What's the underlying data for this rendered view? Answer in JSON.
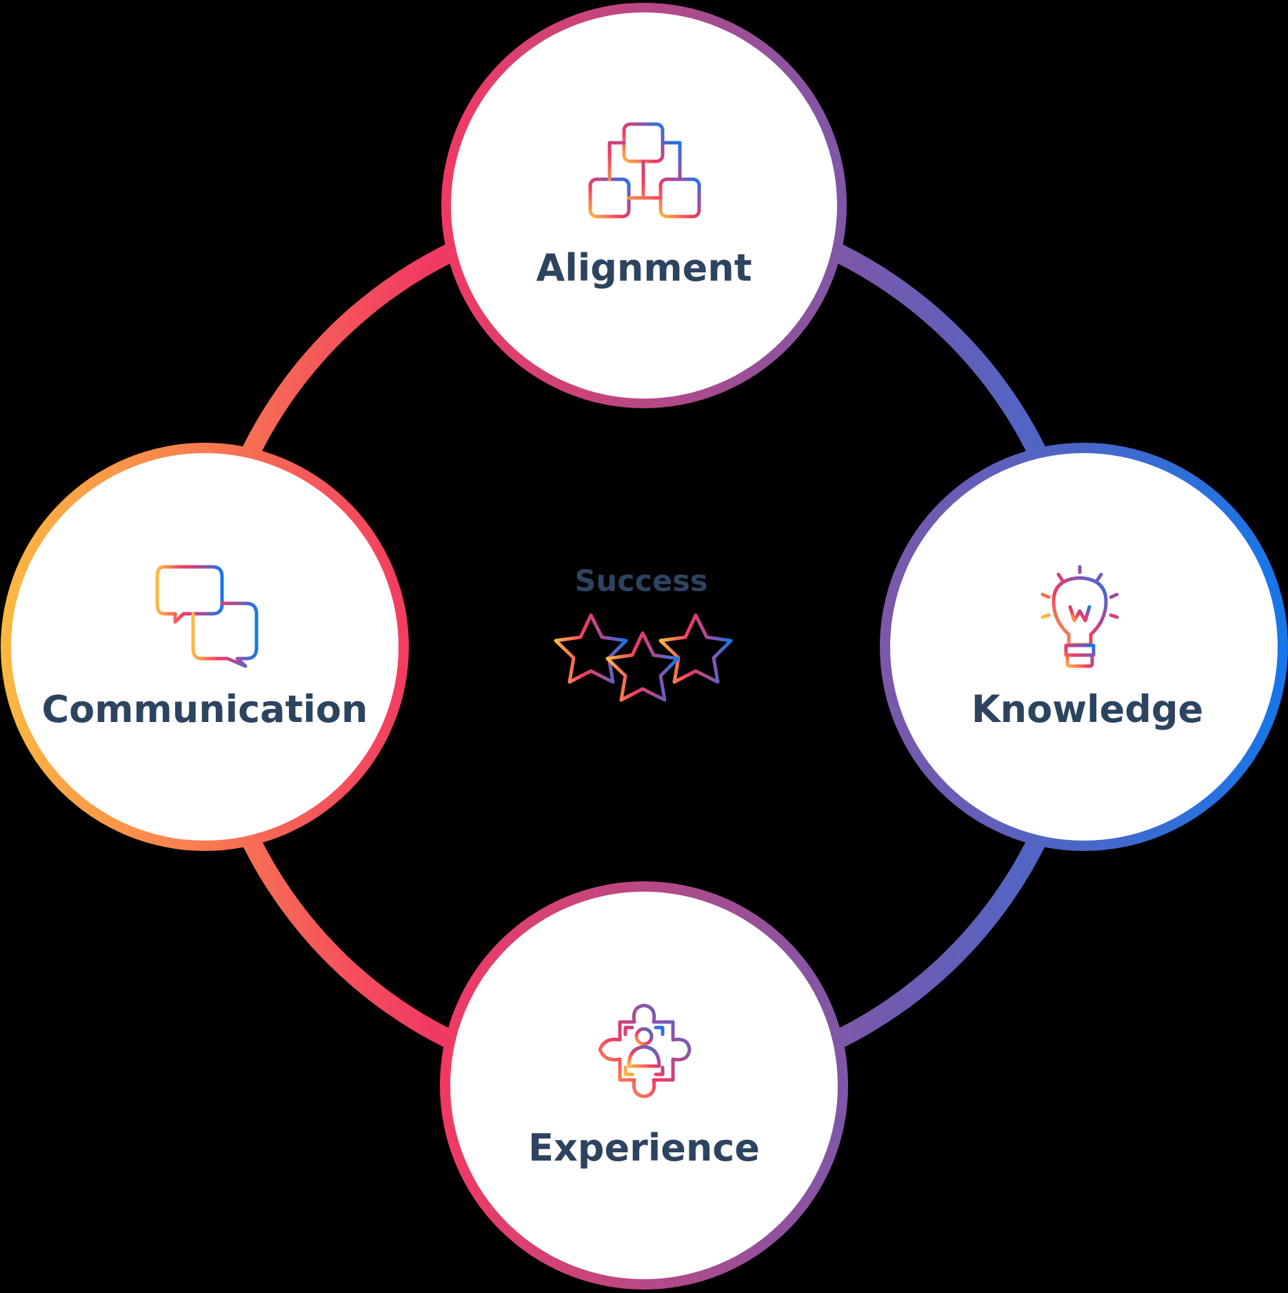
{
  "center": {
    "label": "Success",
    "icon": "three-stars-icon"
  },
  "nodes": [
    {
      "id": "alignment",
      "label": "Alignment",
      "icon": "hierarchy-icon"
    },
    {
      "id": "knowledge",
      "label": "Knowledge",
      "icon": "lightbulb-icon"
    },
    {
      "id": "experience",
      "label": "Experience",
      "icon": "puzzle-person-icon"
    },
    {
      "id": "communication",
      "label": "Communication",
      "icon": "chat-bubbles-icon"
    }
  ],
  "colors": {
    "background": "#000000",
    "text": "#2d4460",
    "gradient_orange": "#fdb940",
    "gradient_pink": "#f23a62",
    "gradient_purple": "#7d57a8",
    "gradient_blue": "#1577ea"
  }
}
